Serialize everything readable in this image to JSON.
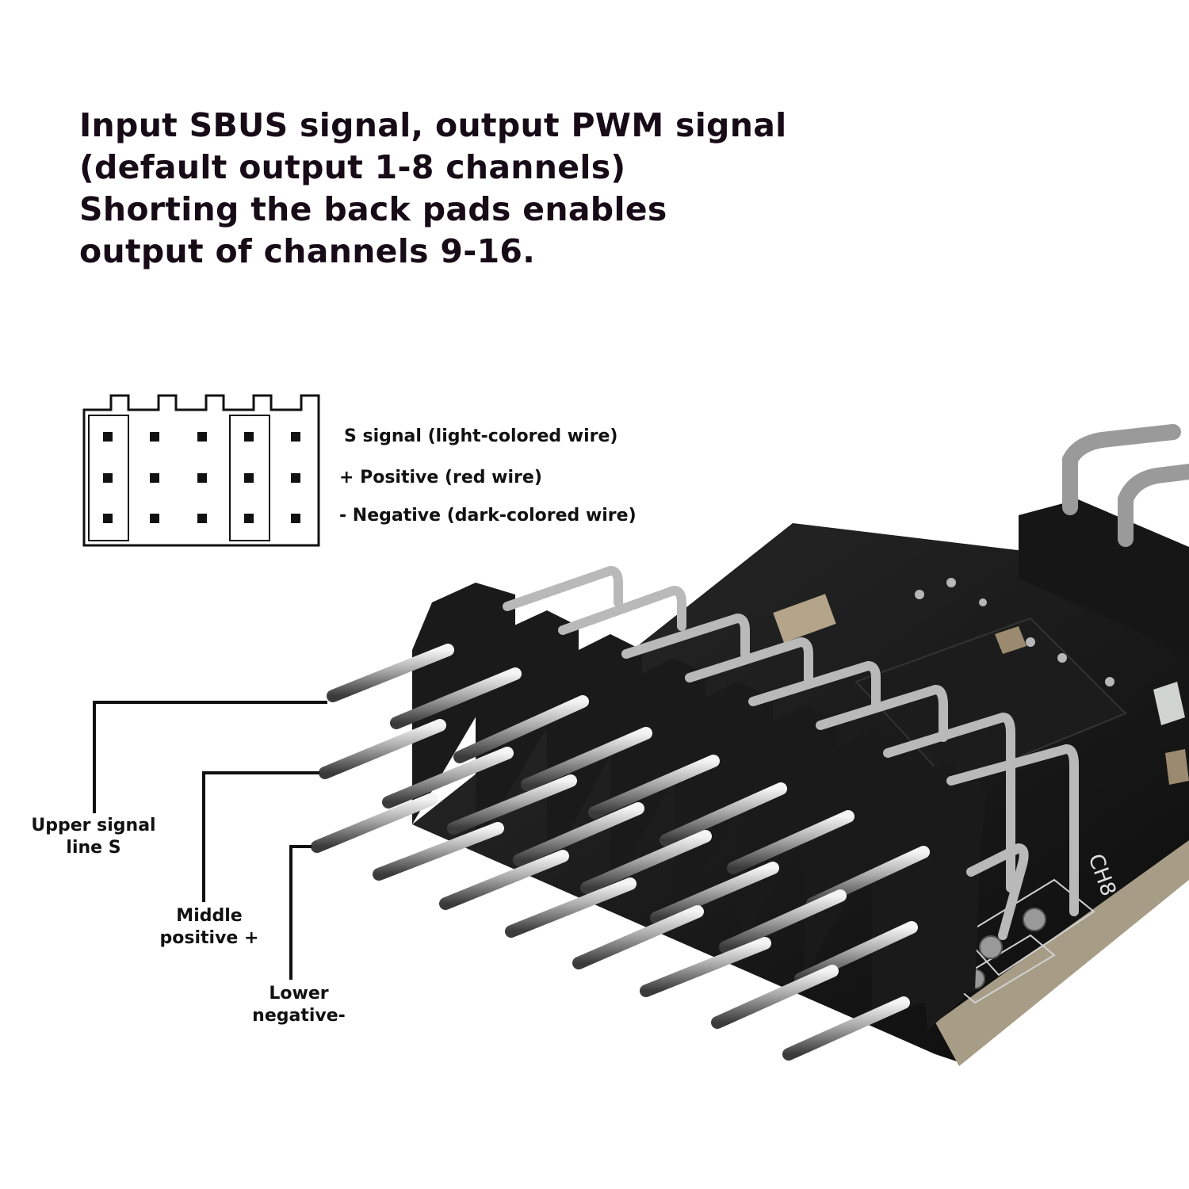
{
  "headline": {
    "line1": "Input SBUS signal, output PWM signal",
    "line2": "(default output 1-8 channels)",
    "line3": "Shorting the back pads enables",
    "line4": "output of channels 9-16."
  },
  "pin_legend": {
    "signal": "S signal (light-colored wire)",
    "positive": "+ Positive (red wire)",
    "negative": "- Negative (dark-colored wire)"
  },
  "callouts": {
    "upper_line1": "Upper signal",
    "upper_line2": "line S",
    "middle_line1": "Middle",
    "middle_line2": "positive +",
    "lower_line1": "Lower",
    "lower_line2": "negative-"
  },
  "board_marking": "CH8"
}
